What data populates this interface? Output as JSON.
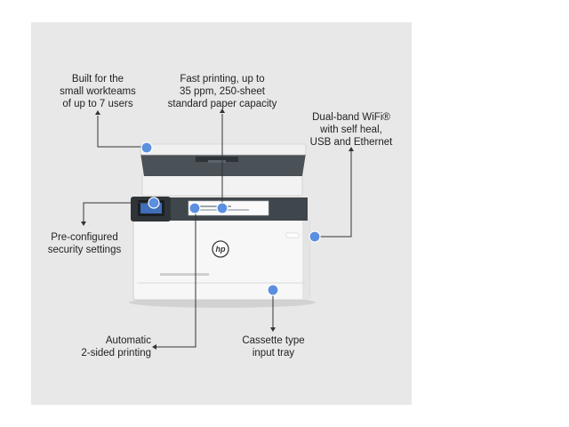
{
  "callouts": {
    "workteams": [
      "Built for the",
      "small workteams",
      "of up to 7 users"
    ],
    "printing": [
      "Fast printing, up to",
      "35 ppm, 250-sheet",
      "standard paper capacity"
    ],
    "wifi": [
      "Dual-band WiFi®",
      "with self heal,",
      "USB and Ethernet"
    ],
    "security": [
      "Pre-configured",
      "security settings"
    ],
    "duplex": [
      "Automatic",
      "2-sided printing"
    ],
    "cassette": [
      "Cassette type",
      "input tray"
    ]
  },
  "printer": {
    "logo_text": "hp"
  },
  "colors": {
    "panel": "#e8e8e8",
    "marker": "#5b8fe0",
    "line": "#333333"
  }
}
